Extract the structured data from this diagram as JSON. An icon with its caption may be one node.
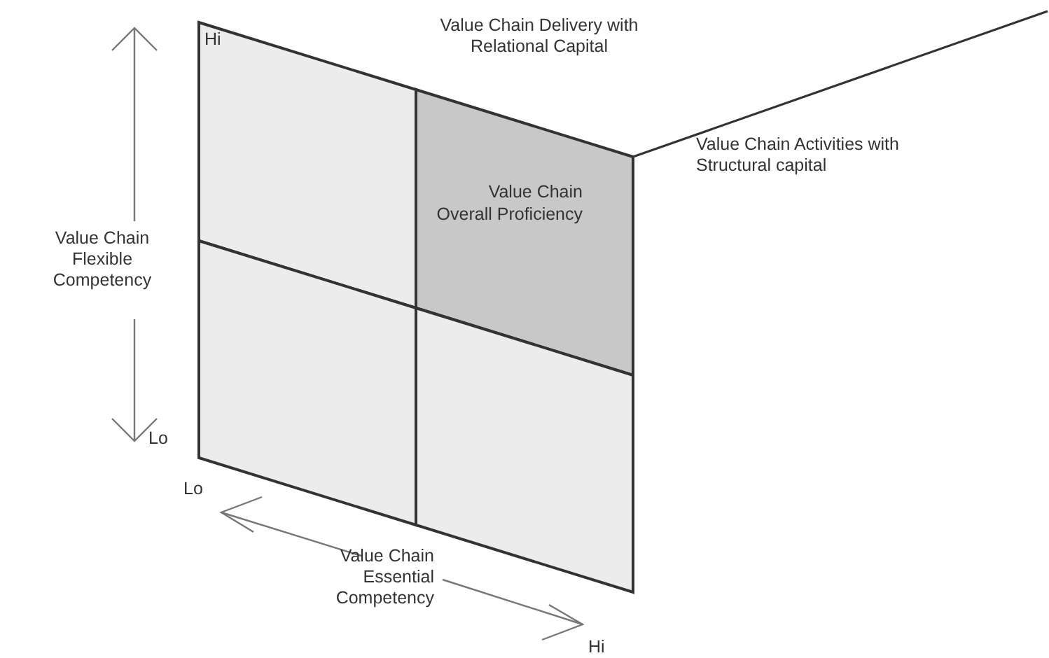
{
  "diagram": {
    "nodes": [
      {
        "text": [],
        "shape": "box"
      },
      {
        "text": [
          "Value Chain Overall Proficiency"
        ]
      },
      {
        "text": [],
        "shape": "box"
      },
      {
        "text": [],
        "shape": "box"
      }
    ],
    "labels": [
      "Value Chain Delivery with Relational Capital",
      "Hi",
      "Value Chain Activities with Structural capital",
      "Value Chain Flexible Competency",
      "Lo",
      "Lo",
      "Value Chain Essential Competency",
      "Hi"
    ]
  }
}
